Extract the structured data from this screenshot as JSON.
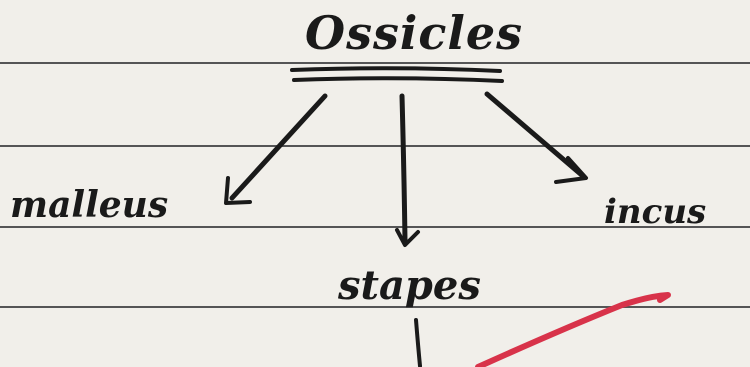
{
  "diagram": {
    "title": "Ossicles",
    "branches": [
      {
        "key": "malleus",
        "label": "malleus"
      },
      {
        "key": "stapes",
        "label": "stapes"
      },
      {
        "key": "incus",
        "label": "incus"
      }
    ]
  },
  "colors": {
    "paper": "#f1efea",
    "ink": "#1a1a1a",
    "rule_lines": "#3a3a3c",
    "red_mark": "#d8334a"
  }
}
